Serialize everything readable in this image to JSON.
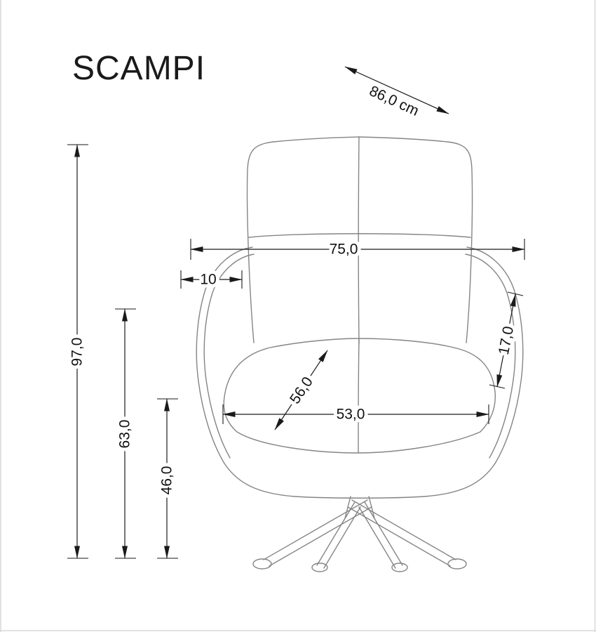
{
  "page": {
    "title": "SCAMPI"
  },
  "dimensions": {
    "depth": "86,0 cm",
    "total_height": "97,0",
    "back_height": "63,0",
    "seat_height": "46,0",
    "total_width": "75,0",
    "arm_width": "10",
    "wing_height": "17,0",
    "seat_depth": "56,0",
    "seat_width": "53,0"
  },
  "colors": {
    "dimension_line": "#1a1a1a",
    "chair_outline": "#858585",
    "page_border": "#d8d8d8",
    "background": "#ffffff"
  }
}
